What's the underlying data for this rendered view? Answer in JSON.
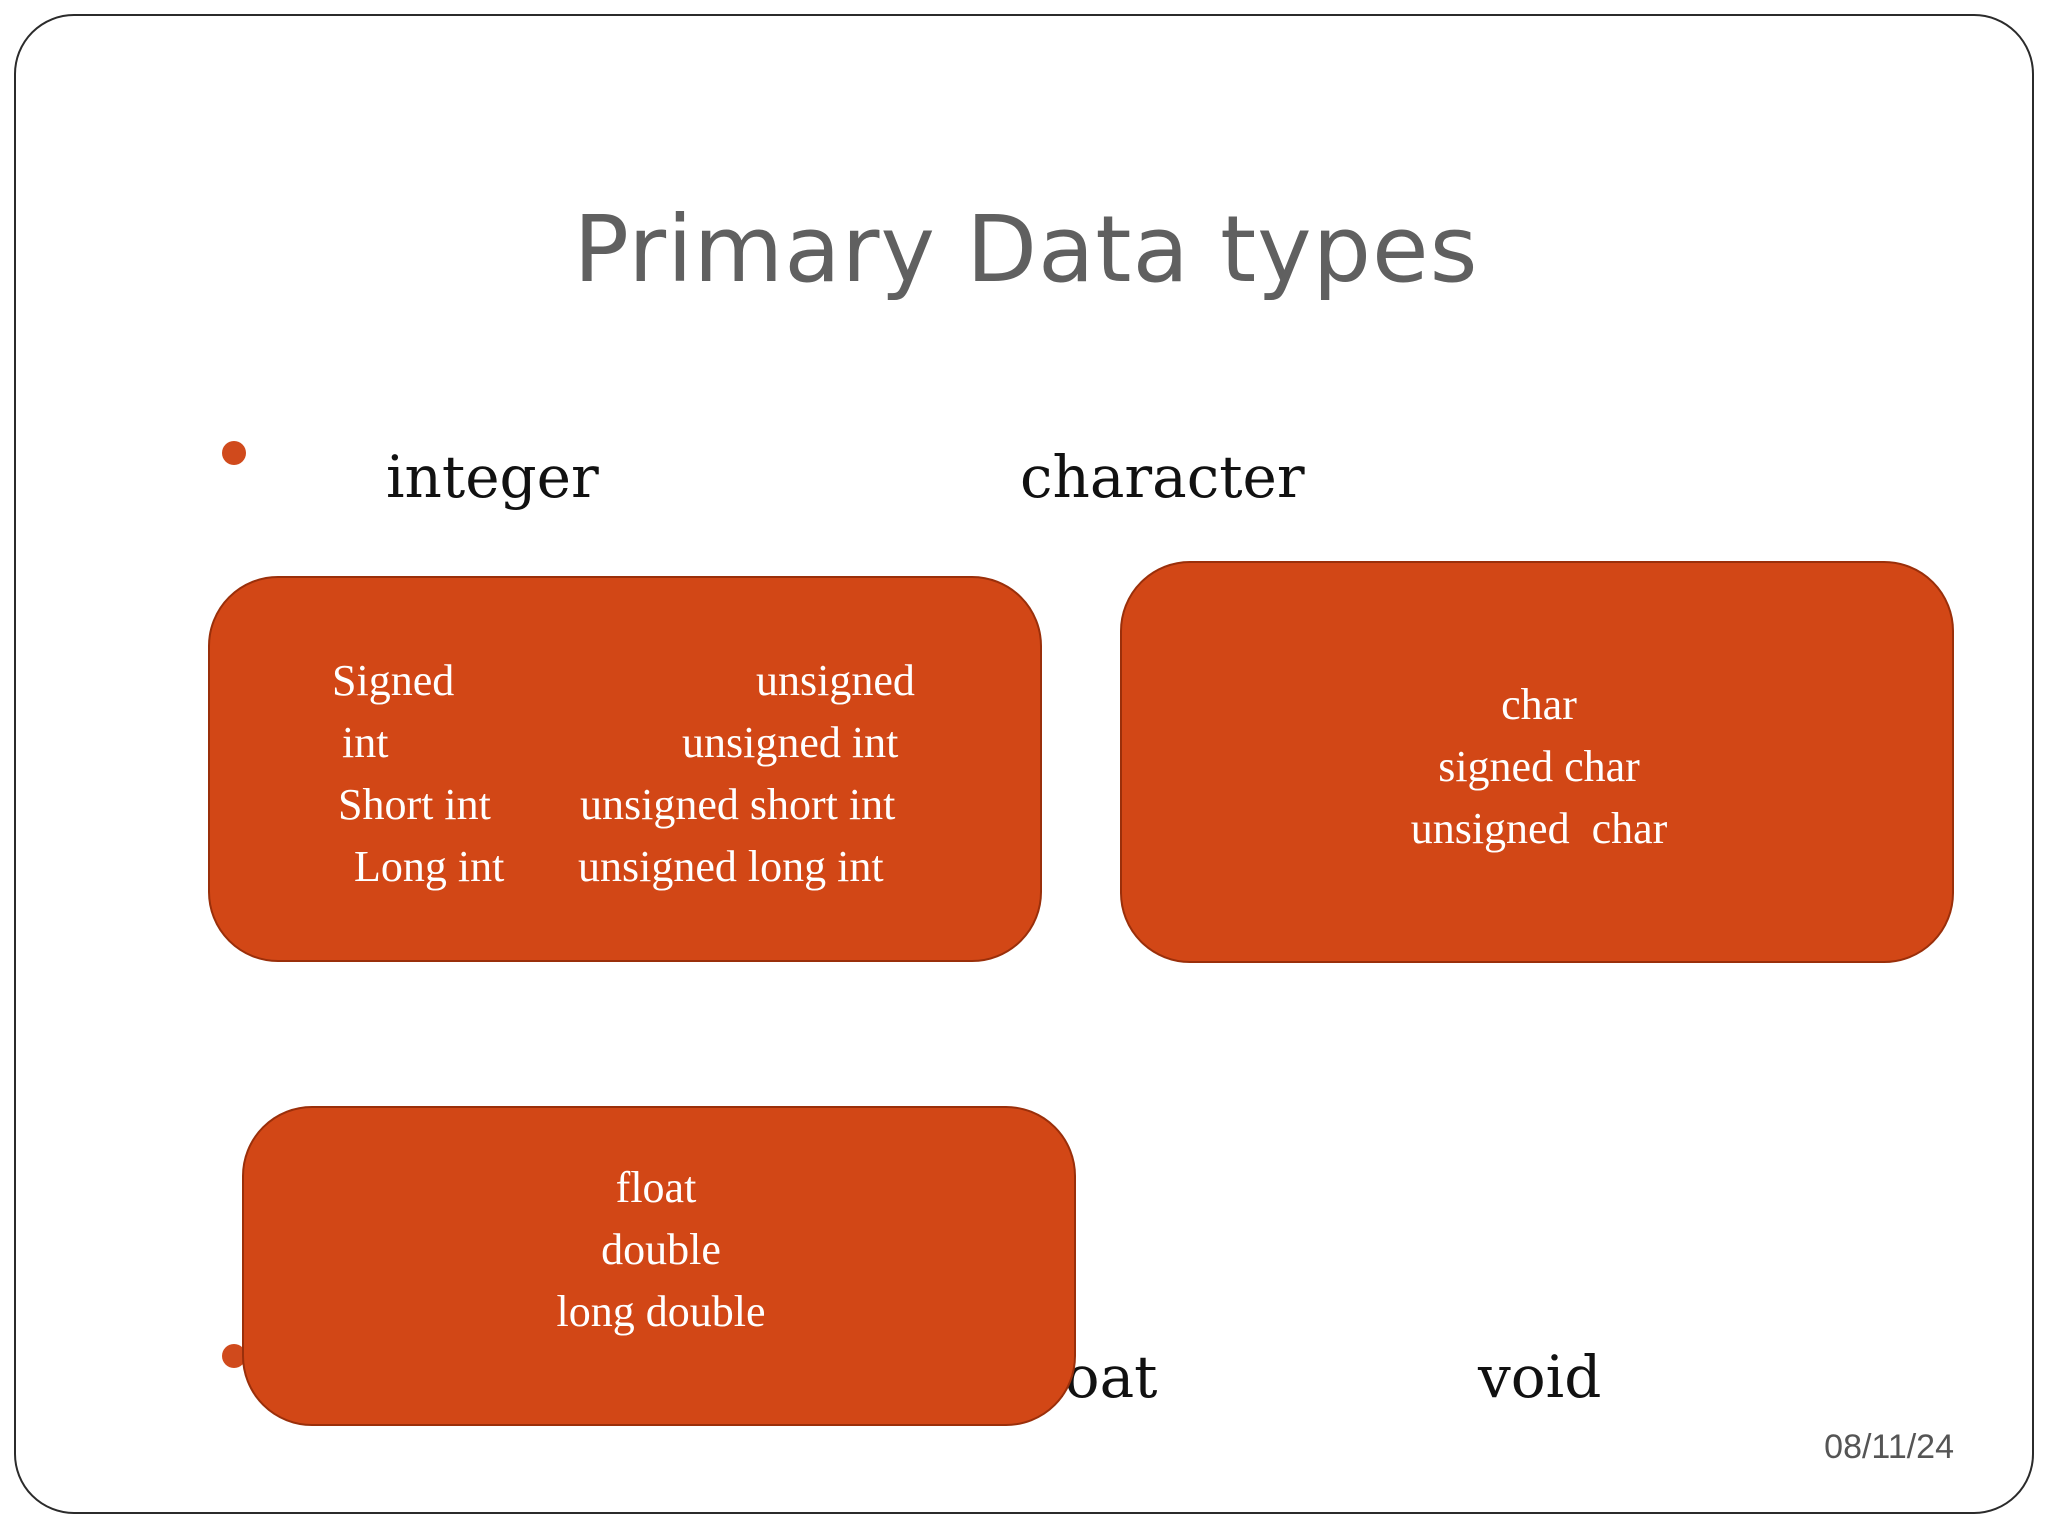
{
  "slide": {
    "title": "Primary Data types",
    "date": "08/11/24"
  },
  "bullets": {
    "row1": {
      "left": "integer",
      "right": "character"
    },
    "row2": {
      "left_partial": "float",
      "right": "void"
    }
  },
  "integer_box": {
    "signed_header": "Signed",
    "unsigned_header": "unsigned",
    "signed_items": [
      "int",
      "Short int",
      "Long int"
    ],
    "unsigned_items": [
      "unsigned int",
      "unsigned short int",
      "unsigned long int"
    ]
  },
  "character_box": {
    "items": [
      "char",
      "signed char",
      "unsigned  char"
    ]
  },
  "float_box": {
    "items": [
      "float",
      "double",
      "long double"
    ]
  },
  "colors": {
    "box_fill": "#d24716",
    "bullet": "#d04a1c",
    "title": "#606060"
  }
}
